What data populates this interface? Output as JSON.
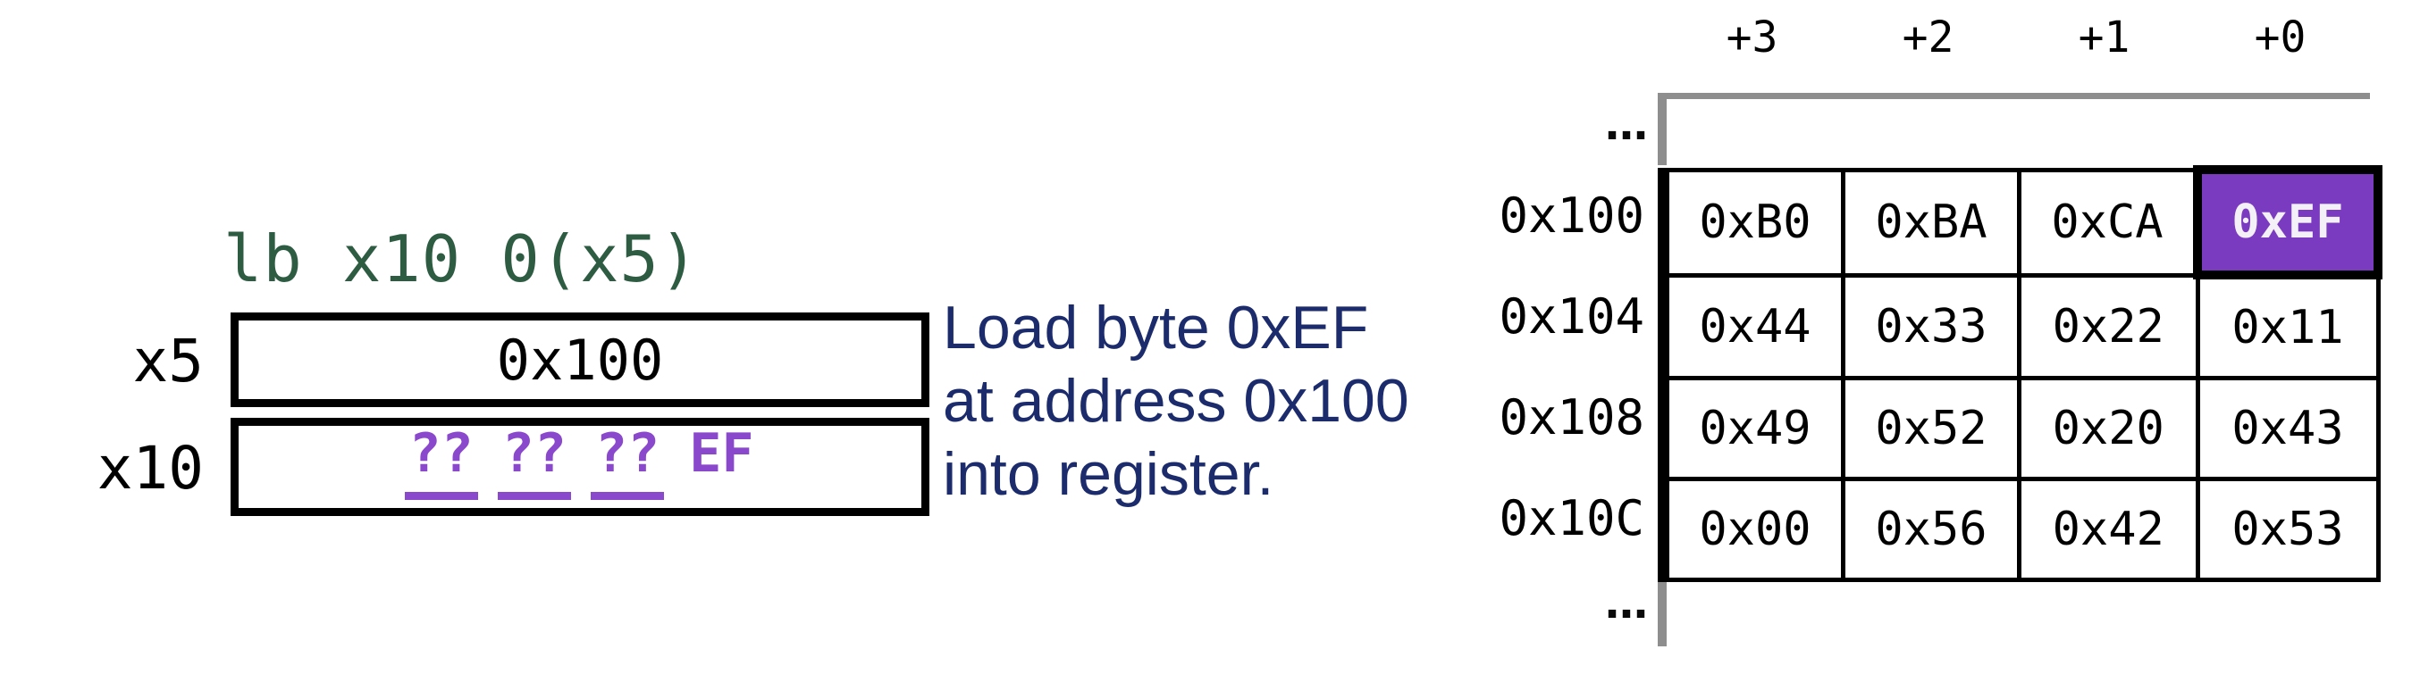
{
  "instruction": "lb x10 0(x5)",
  "registers": {
    "x5": {
      "label": "x5",
      "value": "0x100"
    },
    "x10": {
      "label": "x10",
      "unknown_bytes": [
        "??",
        "??",
        "??"
      ],
      "loaded_byte": "EF"
    }
  },
  "caption": {
    "lines": [
      "Load byte 0xEF",
      "at address 0x100",
      "into register."
    ]
  },
  "memory": {
    "column_headers": [
      "+3",
      "+2",
      "+1",
      "+0"
    ],
    "ellipsis_top": "…",
    "ellipsis_bottom": "…",
    "rows": [
      {
        "address": "0x100",
        "bytes": [
          "0xB0",
          "0xBA",
          "0xCA",
          "0xEF"
        ]
      },
      {
        "address": "0x104",
        "bytes": [
          "0x44",
          "0x33",
          "0x22",
          "0x11"
        ]
      },
      {
        "address": "0x108",
        "bytes": [
          "0x49",
          "0x52",
          "0x20",
          "0x43"
        ]
      },
      {
        "address": "0x10C",
        "bytes": [
          "0x00",
          "0x56",
          "0x42",
          "0x53"
        ]
      }
    ],
    "highlighted_cell": {
      "row": 0,
      "column": 3,
      "value": "0xEF"
    }
  },
  "colors": {
    "instruction_green": "#2E5C42",
    "caption_navy": "#1B2B6B",
    "unknown_purple": "#8A48CC",
    "highlight_purple": "#7B3BC0",
    "highlight_text": "#F3F0F7",
    "memory_guide_gray": "#8E8E8E"
  }
}
